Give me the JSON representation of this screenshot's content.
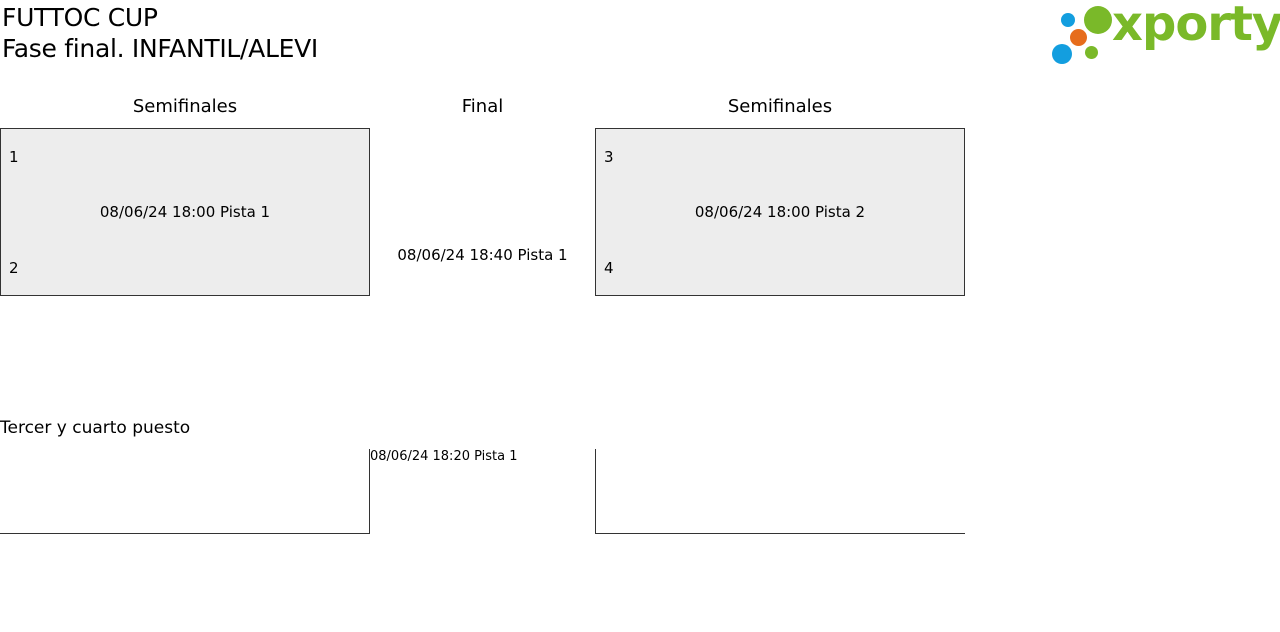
{
  "header": {
    "title": "FUTTOC CUP",
    "subtitle": "Fase final. INFANTIL/ALEVI"
  },
  "logo": {
    "text": "xporty",
    "colors": {
      "green": "#7ab929",
      "blue": "#139edf",
      "orange": "#e66d1c"
    }
  },
  "bracket": {
    "left_heading": "Semifinales",
    "center_heading": "Final",
    "right_heading": "Semifinales",
    "semifinal_left": {
      "team_top": "1",
      "team_bottom": "2",
      "info": "08/06/24 18:00 Pista 1"
    },
    "final": {
      "info": "08/06/24 18:40 Pista 1"
    },
    "semifinal_right": {
      "team_top": "3",
      "team_bottom": "4",
      "info": "08/06/24 18:00 Pista 2"
    }
  },
  "third_place": {
    "title": "Tercer y cuarto puesto",
    "info": "08/06/24 18:20 Pista 1"
  },
  "colors": {
    "box_background": "#ededed",
    "border": "#333333"
  }
}
